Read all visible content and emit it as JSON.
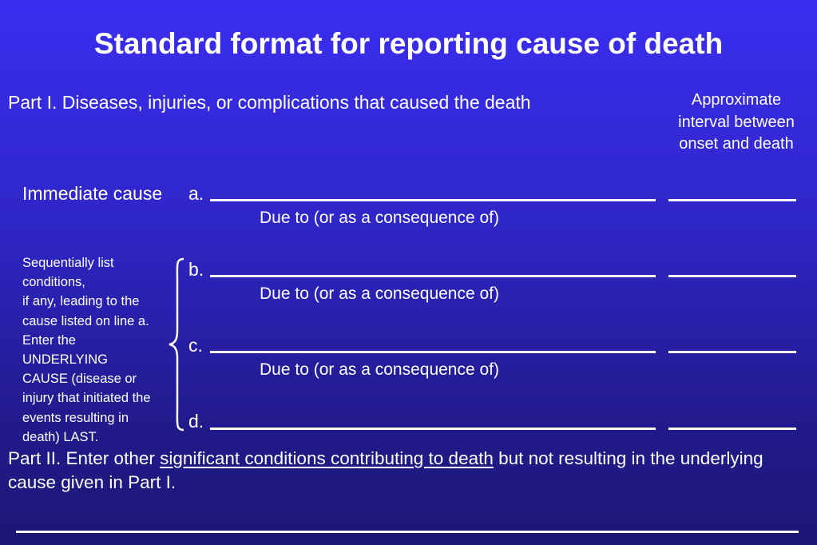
{
  "title": "Standard format for reporting cause of death",
  "part1": {
    "heading": "Part I. Diseases, injuries, or complications that caused the death"
  },
  "interval": {
    "line1": "Approximate",
    "line2": "interval between",
    "line3": "onset and death"
  },
  "immediate_cause_label": "Immediate cause",
  "lines": [
    {
      "letter": "a."
    },
    {
      "letter": "b."
    },
    {
      "letter": "c."
    },
    {
      "letter": "d."
    }
  ],
  "due_to_text": "Due to (or as a consequence of)",
  "sequential_note": [
    "Sequentially list",
    "conditions,",
    "if any, leading to the",
    "cause listed on line a.",
    "Enter the",
    "UNDERLYING",
    "CAUSE (disease or",
    "injury that initiated the",
    "events resulting in",
    "death) LAST."
  ],
  "part2": {
    "prefix": "Part II. Enter other ",
    "underlined": "significant conditions contributing to death",
    "suffix": " but not resulting in the underlying cause given in Part I."
  }
}
